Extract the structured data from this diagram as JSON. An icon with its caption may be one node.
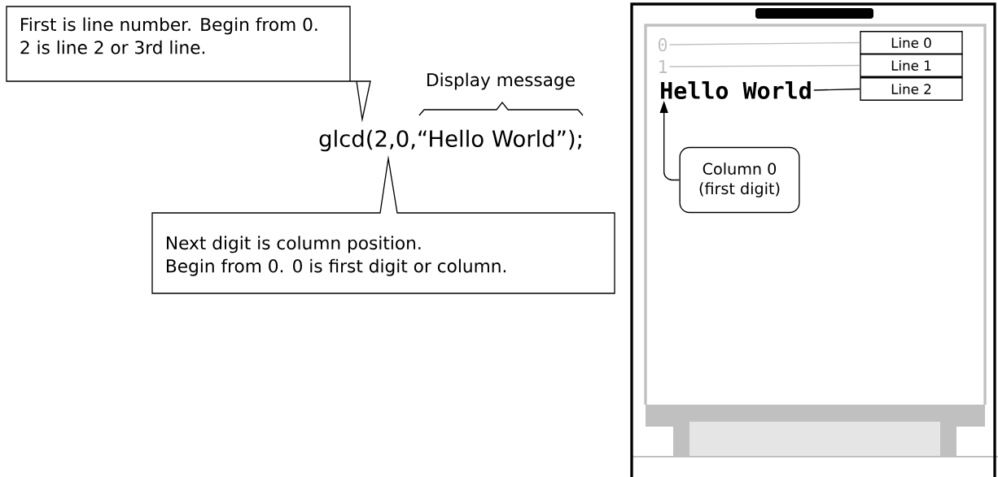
{
  "diagram": {
    "nodes": [
      {
        "text": [
          "First is line number. Begin from 0.",
          "2 is line 2 or 3rd line."
        ]
      },
      {
        "text": [
          "Next digit is column position.",
          "Begin from 0. 0 is first digit or column."
        ]
      },
      {
        "text": [
          "Line 0"
        ]
      },
      {
        "text": [
          "Line 1"
        ]
      },
      {
        "text": [
          "Line 2"
        ]
      },
      {
        "text": [
          "0"
        ]
      },
      {
        "text": [
          "1"
        ]
      },
      {
        "text": [
          "Hello World"
        ]
      },
      {
        "text": [
          "Column 0",
          "(first digit)"
        ]
      }
    ],
    "edges": [
      {
        "from": 5,
        "to": 2,
        "arrow": "none",
        "color": "#c0c0c0"
      },
      {
        "from": 6,
        "to": 3,
        "arrow": "none",
        "color": "#c0c0c0"
      },
      {
        "from": 7,
        "to": 4,
        "arrow": "none",
        "color": "#000000"
      },
      {
        "from": 8,
        "to": 7,
        "arrow": "to",
        "color": "#000000"
      }
    ],
    "labels": [
      "Display message",
      "glcd(2,0,“Hello World”);"
    ]
  }
}
